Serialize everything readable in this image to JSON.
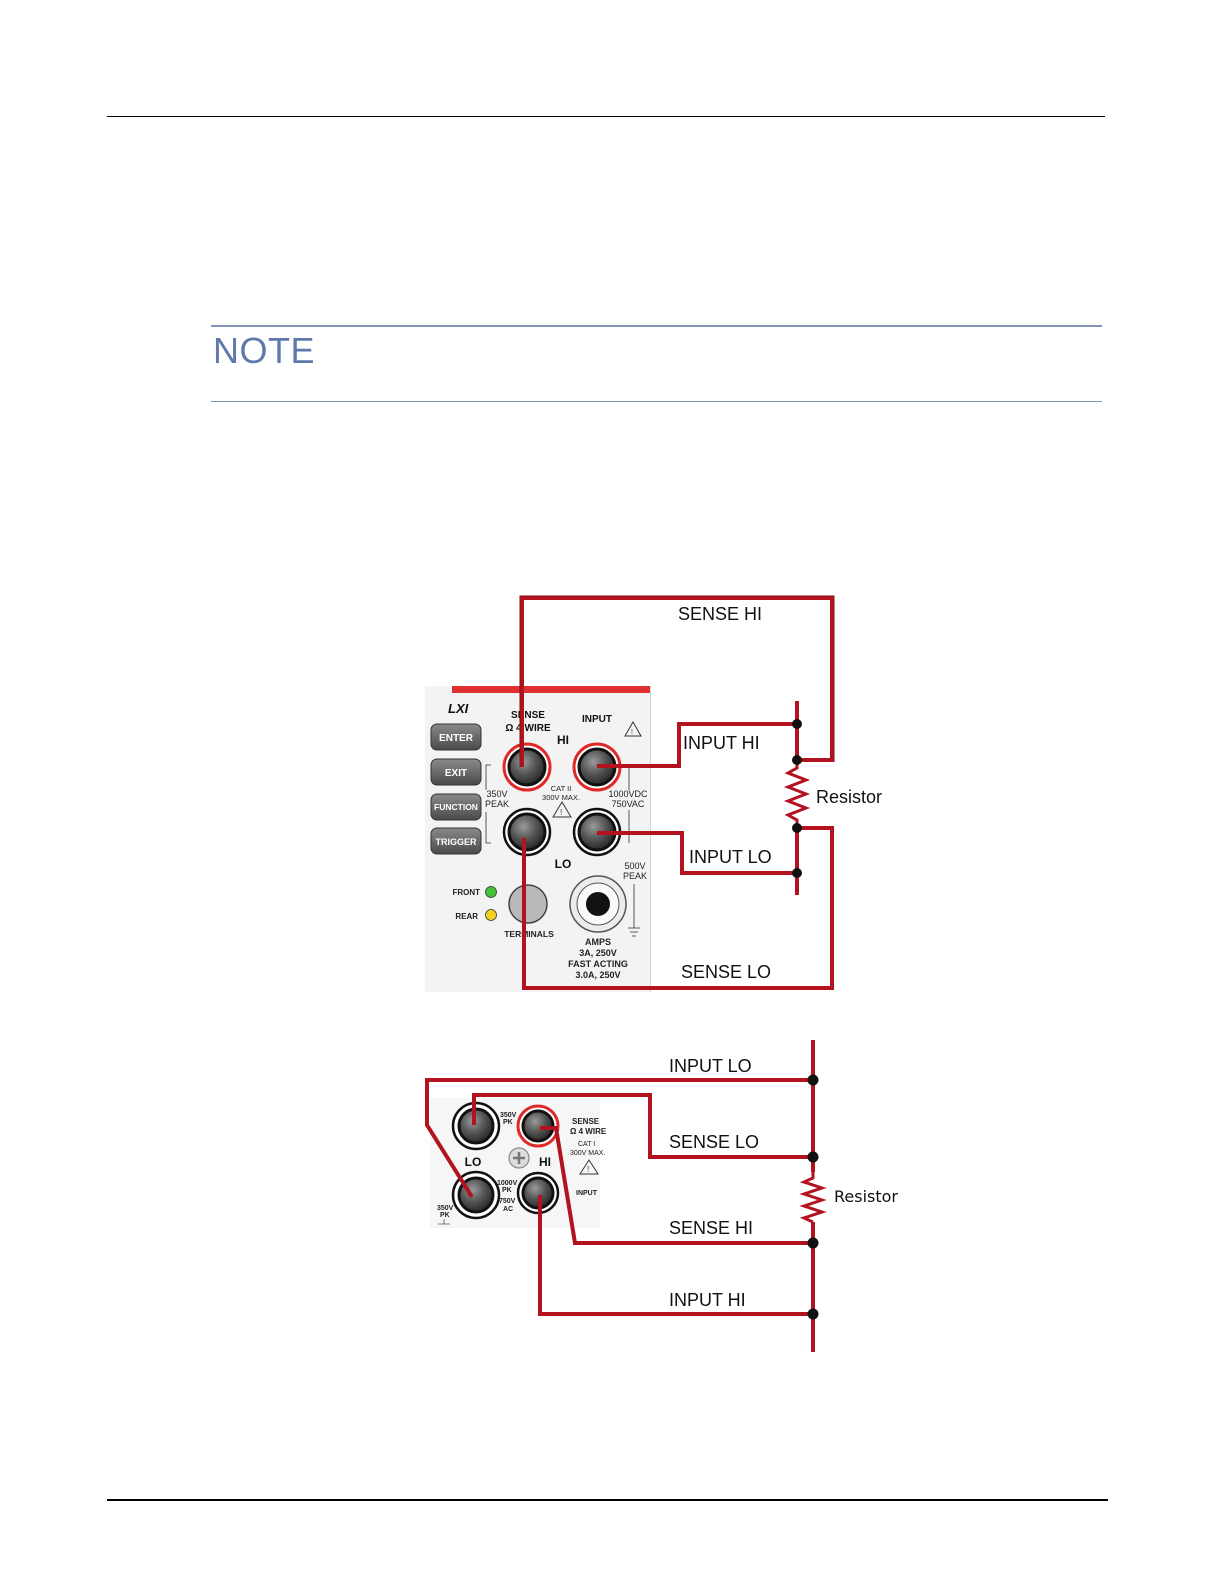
{
  "note": {
    "title": "NOTE"
  },
  "figure1": {
    "wire_labels": {
      "sense_hi": "SENSE HI",
      "input_hi": "INPUT HI",
      "input_lo": "INPUT LO",
      "sense_lo": "SENSE LO"
    },
    "resistor_label": "Resistor",
    "panel": {
      "logo": "LXI",
      "buttons": [
        "ENTER",
        "EXIT",
        "FUNCTION",
        "TRIGGER"
      ],
      "sense_label_1": "SENSE",
      "sense_label_2": "Ω 4 WIRE",
      "input_label": "INPUT",
      "hi_label": "HI",
      "lo_label": "LO",
      "v350_1": "350V",
      "v350_2": "PEAK",
      "cat_1": "CAT II",
      "cat_2": "300V MAX.",
      "v1000_1": "1000VDC",
      "v1000_2": "750VAC",
      "v500_1": "500V",
      "v500_2": "PEAK",
      "front": "FRONT",
      "rear": "REAR",
      "terminals": "TERMINALS",
      "amps_1": "AMPS",
      "amps_2": "3A, 250V",
      "amps_3": "FAST ACTING",
      "amps_4": "3.0A, 250V"
    },
    "colors": {
      "wire": "#b3121f",
      "panel_accent": "#e03030",
      "front_led": "#44c23a",
      "rear_led": "#f0d020"
    }
  },
  "figure2": {
    "wire_labels": {
      "input_lo": "INPUT LO",
      "sense_lo": "SENSE LO",
      "sense_hi": "SENSE HI",
      "input_hi": "INPUT HI"
    },
    "resistor_label": "Resistor",
    "panel": {
      "v350pk_1": "350V",
      "v350pk_2": "PK",
      "sense_1": "SENSE",
      "sense_2": "Ω 4 WIRE",
      "cat_1": "CAT I",
      "cat_2": "300V MAX.",
      "lo_label": "LO",
      "hi_label": "HI",
      "v1000_1": "1000V",
      "v1000_2": "PK",
      "v750_1": "750V",
      "v750_2": "AC",
      "input": "INPUT",
      "gnd_1": "350V",
      "gnd_2": "PK"
    }
  }
}
